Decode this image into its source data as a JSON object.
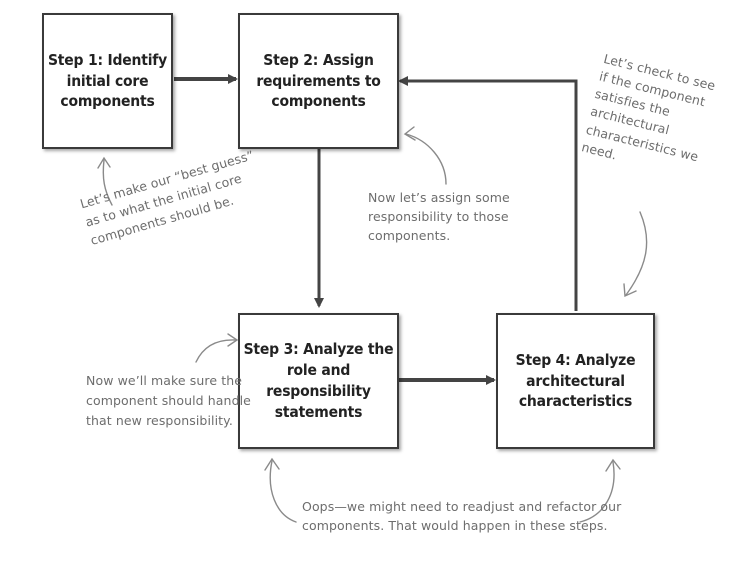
{
  "steps": {
    "s1": "Step 1: Identify\ninitial core\ncomponents",
    "s2": "Step 2: Assign\nrequirements to\ncomponents",
    "s3": "Step 3: Analyze the\nrole and responsibility\nstatements",
    "s4": "Step 4: Analyze\narchitectural\ncharacteristics"
  },
  "notes": {
    "best_guess": "Let’s make our “best guess”\nas to what the initial core\ncomponents should be.",
    "assign": "Now let’s assign some\nresponsibility to those\ncomponents.",
    "check": "Let’s check to see\nif the component\nsatisfies the\narchitectural\ncharacteristics we\nneed.",
    "make_sure": "Now we’ll make sure the\ncomponent should handle\nthat new responsibility.",
    "oops": "Oops—we might need to readjust and refactor our\ncomponents. That would happen in these steps."
  },
  "colors": {
    "box_border": "#3a3a3a",
    "arrow": "#444444",
    "note_text": "#6d6d6d",
    "note_arrow": "#8a8a8a"
  }
}
